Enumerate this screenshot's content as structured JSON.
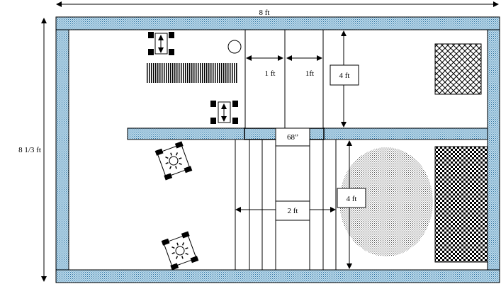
{
  "labels": {
    "overall_width": "8 ft",
    "overall_height": "8 1/3 ft",
    "top_left_width": "1 ft",
    "top_right_width": "1ft",
    "upper_height": "4 ft",
    "shelf_depth": "68”",
    "lower_width": "2 ft",
    "lower_height": "4 ft"
  },
  "colors": {
    "wall_fill": "#bfdcec",
    "wall_dot": "#2a6fa0",
    "stroke": "#000000",
    "background": "#ffffff"
  },
  "icons": {
    "fixture_top_left": "device-icon",
    "fixture_mid": "device-icon",
    "fixture_lower_a": "fan-icon",
    "fixture_lower_b": "fan-icon",
    "round_fixture": "circle-icon",
    "vent": "grille-icon"
  }
}
